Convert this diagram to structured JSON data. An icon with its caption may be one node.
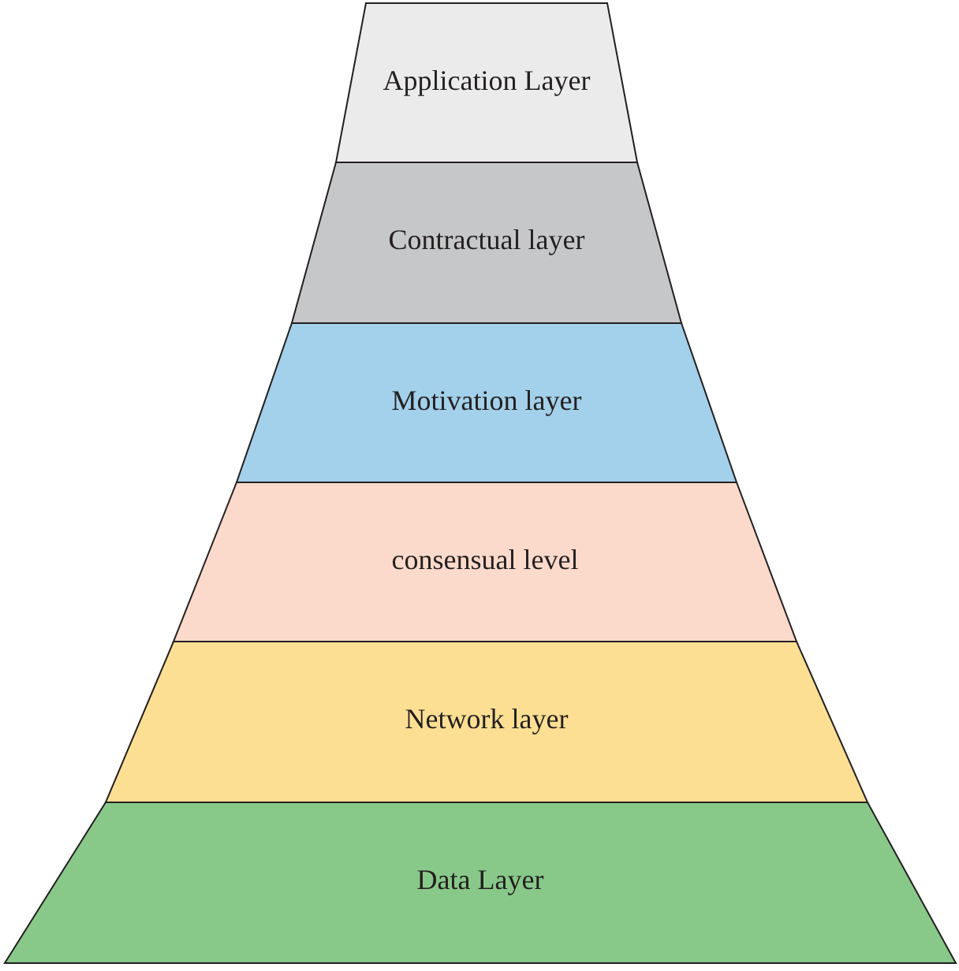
{
  "diagram": {
    "nodes": [
      {
        "text": [
          "Application Layer"
        ]
      },
      {
        "text": [
          "Contractual layer"
        ]
      },
      {
        "text": [
          "Motivation layer"
        ]
      },
      {
        "text": [
          "consensual level"
        ]
      },
      {
        "text": [
          "Network layer"
        ]
      },
      {
        "text": [
          "Data Layer"
        ]
      }
    ]
  }
}
